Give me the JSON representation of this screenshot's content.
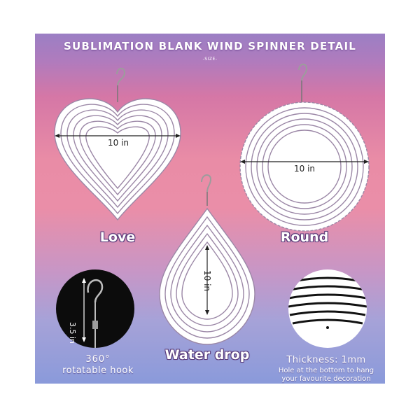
{
  "header": {
    "title": "SUBLIMATION BLANK WIND SPINNER DETAIL",
    "subtitle": "-SIZE-"
  },
  "shapes": {
    "love": {
      "label": "Love",
      "dimension": "10 in"
    },
    "round": {
      "label": "Round",
      "dimension": "10 in"
    },
    "water_drop": {
      "label": "Water drop",
      "dimension": "10 in"
    }
  },
  "hook": {
    "dimension": "3.5 in",
    "caption_line1": "360°",
    "caption_line2": "rotatable hook"
  },
  "thickness": {
    "title": "Thickness: 1mm",
    "note_line1": "Hole at the bottom to hang",
    "note_line2": "your favourite decoration"
  },
  "colors": {
    "background_top": "#9b7fc4",
    "background_mid": "#ea8ea8",
    "background_bottom": "#8a9ada",
    "metal": "#ffffff",
    "ring_shadow": "#a58aa8"
  }
}
